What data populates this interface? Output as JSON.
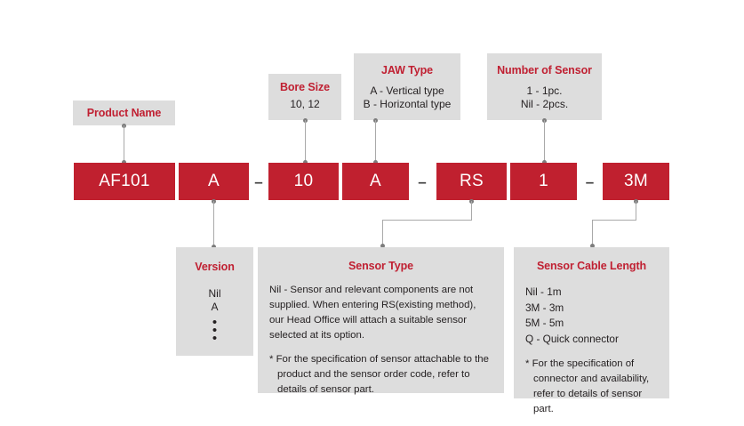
{
  "diagram": {
    "title": "Product code breakdown",
    "accent_color": "#c0202f",
    "box_color": "#dddddd",
    "connector_color": "#a9a9a9"
  },
  "code_segments": [
    {
      "name": "product-name",
      "value": "AF101"
    },
    {
      "name": "version",
      "value": "A"
    },
    {
      "name": "bore-size",
      "value": "10"
    },
    {
      "name": "jaw-type",
      "value": "A"
    },
    {
      "name": "sensor-type",
      "value": "RS"
    },
    {
      "name": "number-of-sensor",
      "value": "1"
    },
    {
      "name": "sensor-cable-length",
      "value": "3M"
    }
  ],
  "separators": [
    {
      "name": "separator-1",
      "value": "–"
    },
    {
      "name": "separator-2",
      "value": "–"
    },
    {
      "name": "separator-3",
      "value": "–"
    }
  ],
  "callouts": {
    "product_name": {
      "title": "Product Name"
    },
    "bore_size": {
      "title": "Bore Size",
      "values": "10, 12"
    },
    "jaw_type": {
      "title": "JAW Type",
      "line1": "A - Vertical type",
      "line2": "B - Horizontal type"
    },
    "number_of_sensor": {
      "title": "Number of Sensor",
      "line1": "1 - 1pc.",
      "line2": "Nil - 2pcs."
    },
    "version": {
      "title": "Version",
      "line1": "Nil",
      "line2": "A",
      "dots": "•"
    },
    "sensor_type": {
      "title": "Sensor Type",
      "paragraph": "Nil - Sensor and relevant components are not supplied. When entering RS(existing method), our Head Office will attach a suitable sensor selected at its option.",
      "note": "* For the specification of sensor attachable to the product and the sensor order code, refer to details of sensor part."
    },
    "sensor_cable_length": {
      "title": "Sensor Cable Length",
      "line1": "Nil - 1m",
      "line2": "3M - 3m",
      "line3": "5M - 5m",
      "line4": "Q - Quick connector",
      "note": "* For the specification of connector and availability, refer to details of sensor part."
    }
  }
}
